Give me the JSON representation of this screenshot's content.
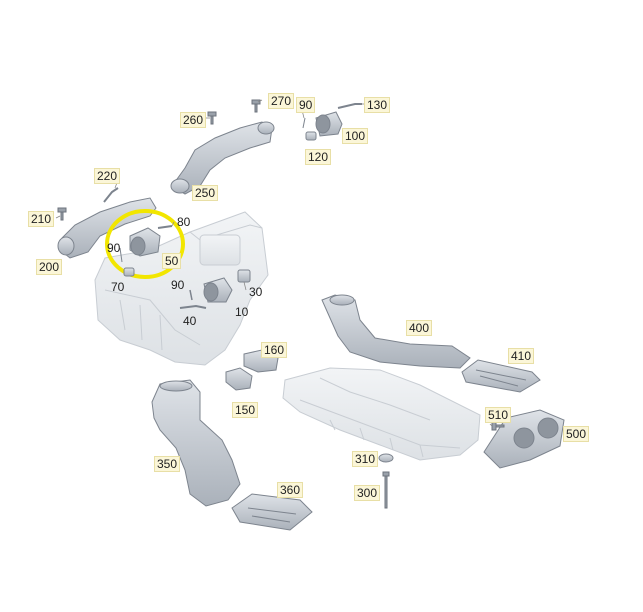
{
  "diagram": {
    "colors": {
      "part_fill": "#c9ced6",
      "part_stroke": "#7d848e",
      "ghost_fill": "#e9ecef",
      "ghost_stroke": "#c8cdd3",
      "label_bg": "#fbf6d8",
      "highlight": "#f2e600"
    },
    "labels": {
      "p270": "270",
      "p90a": "90",
      "p130": "130",
      "p260": "260",
      "p100": "100",
      "p120": "120",
      "p250": "250",
      "p220": "220",
      "p210": "210",
      "p80": "80",
      "p90b": "90",
      "p50": "50",
      "p200": "200",
      "p70": "70",
      "p90c": "90",
      "p30": "30",
      "p40": "40",
      "p10": "10",
      "p400": "400",
      "p410": "410",
      "p160": "160",
      "p150": "150",
      "p510": "510",
      "p500": "500",
      "p350": "350",
      "p310": "310",
      "p360": "360",
      "p300": "300"
    }
  }
}
